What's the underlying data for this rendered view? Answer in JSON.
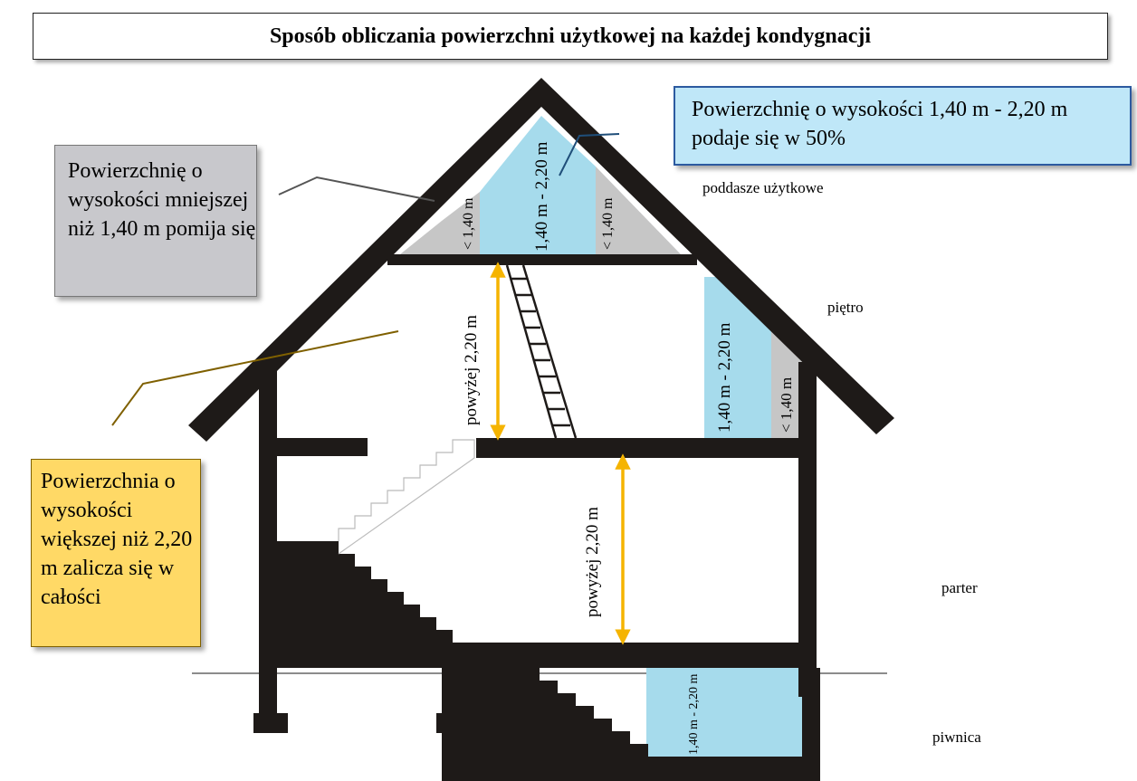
{
  "title": "Sposób obliczania powierzchni użytkowej na każdej kondygnacji",
  "callouts": {
    "blue": "Powierzchnię o wysokości 1,40 m - 2,20 m podaje się w 50%",
    "grey": "Powierzchnię o wysokości mniejszej niż 1,40 m pomija się",
    "yellow": "Powierzchnia o wysokości większej niż 2,20 m zalicza się w całości"
  },
  "floor_labels": {
    "attic": "poddasze użytkowe",
    "first_floor": "piętro",
    "ground": "parter",
    "basement": "piwnica"
  },
  "zone_labels": {
    "attic_middle": "1,40 m - 2,20 m",
    "attic_left": "< 1,40 m",
    "attic_right": "< 1,40 m",
    "floor1_blue": "1,40 m - 2,20 m",
    "floor1_grey": "< 1,40 m",
    "basement_blue": "1,40 m - 2,20 m"
  },
  "height_labels": {
    "first_floor": "powyżej  2,20 m",
    "ground": "powyżej  2,20 m"
  },
  "colors": {
    "blue_zone": "#a6dbec",
    "grey_zone": "#c6c6c6",
    "yellow_box": "#ffd966",
    "arrow": "#f5b400",
    "wall": "#1e1a18"
  }
}
